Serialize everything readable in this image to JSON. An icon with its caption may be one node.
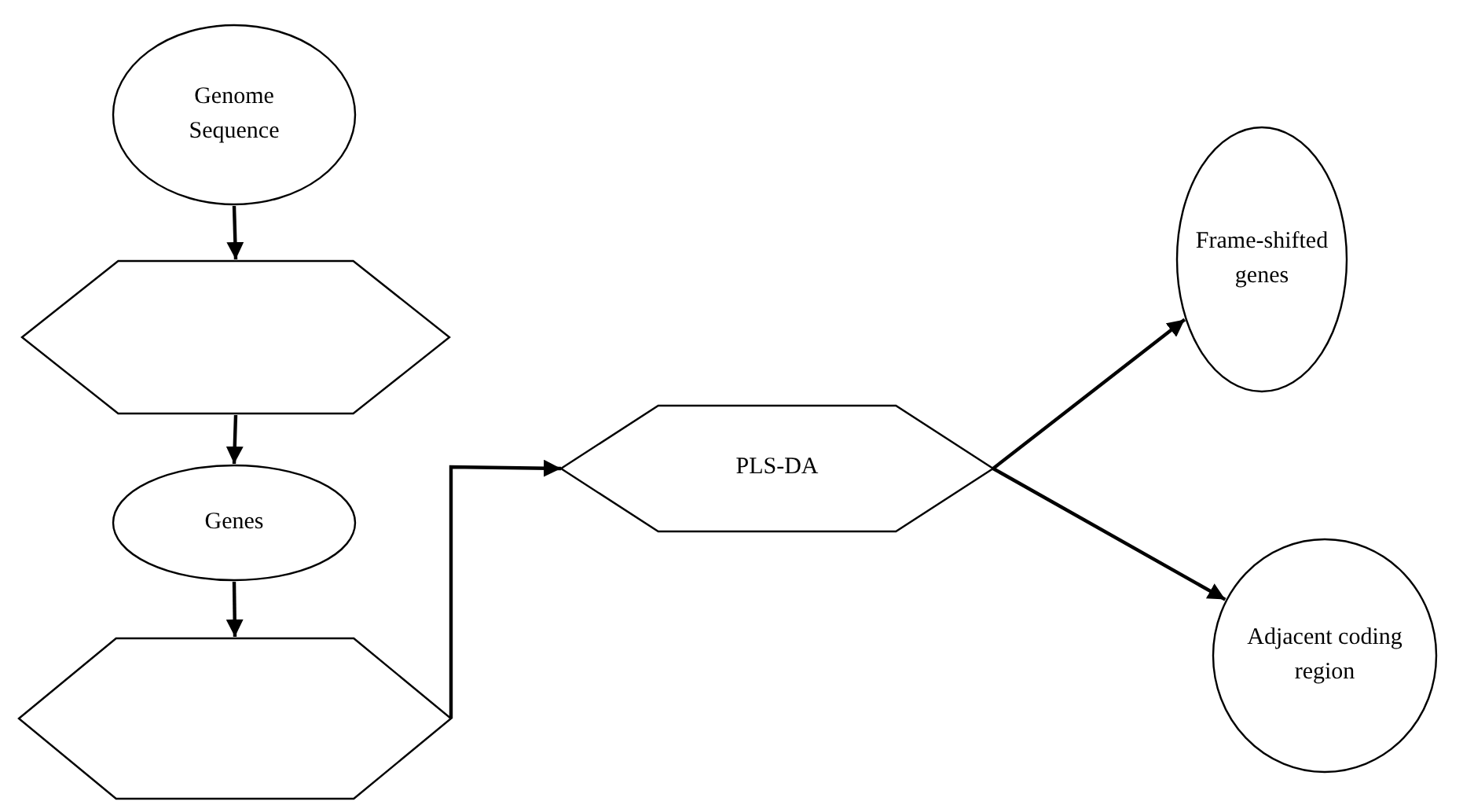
{
  "diagram": {
    "nodes": [
      {
        "text": [
          "Genome Sequence"
        ]
      },
      {
        "text": [],
        "shape": "hexagon"
      },
      {
        "text": [
          "Genes"
        ]
      },
      {
        "text": [],
        "shape": "hexagon"
      },
      {
        "text": [
          "PLS-DA"
        ]
      },
      {
        "text": [
          "Frame-shifted genes"
        ]
      },
      {
        "text": [
          "Adjacent coding region"
        ]
      }
    ],
    "edges": [
      {
        "from": 0,
        "to": 1,
        "arrow": "to"
      },
      {
        "from": 1,
        "to": 2,
        "arrow": "to"
      },
      {
        "from": 2,
        "to": 3,
        "arrow": "to"
      },
      {
        "from": 3,
        "to": 4,
        "arrow": "to"
      },
      {
        "from": 4,
        "to": 5,
        "arrow": "to"
      },
      {
        "from": 4,
        "to": 6,
        "arrow": "to"
      }
    ]
  }
}
